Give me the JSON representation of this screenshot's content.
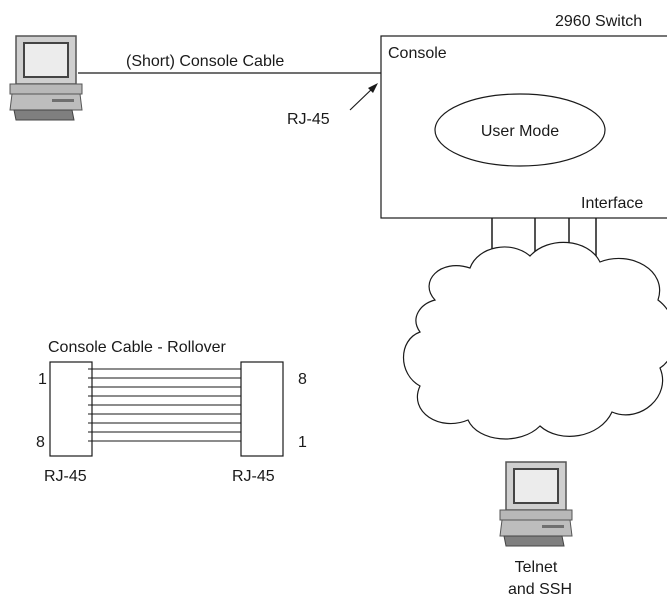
{
  "switch": {
    "title": "2960 Switch",
    "console_label": "Console",
    "mode_label": "User Mode",
    "interface_label": "Interface"
  },
  "console_link": {
    "cable_label": "(Short) Console Cable",
    "port_label": "RJ-45"
  },
  "rollover": {
    "title": "Console Cable - Rollover",
    "left_pin_top": "1",
    "left_pin_bottom": "8",
    "right_pin_top": "8",
    "right_pin_bottom": "1",
    "left_connector": "RJ-45",
    "right_connector": "RJ-45"
  },
  "remote_pc": {
    "label_line1": "Telnet",
    "label_line2": "and SSH"
  },
  "icons": [
    "pc-icon",
    "cloud-icon",
    "arrow-icon"
  ],
  "colors": {
    "line": "#1a1a1a",
    "pc_body": "#c4c4c4",
    "pc_shadow": "#7a7a7a",
    "screen": "#e9e9e9"
  }
}
